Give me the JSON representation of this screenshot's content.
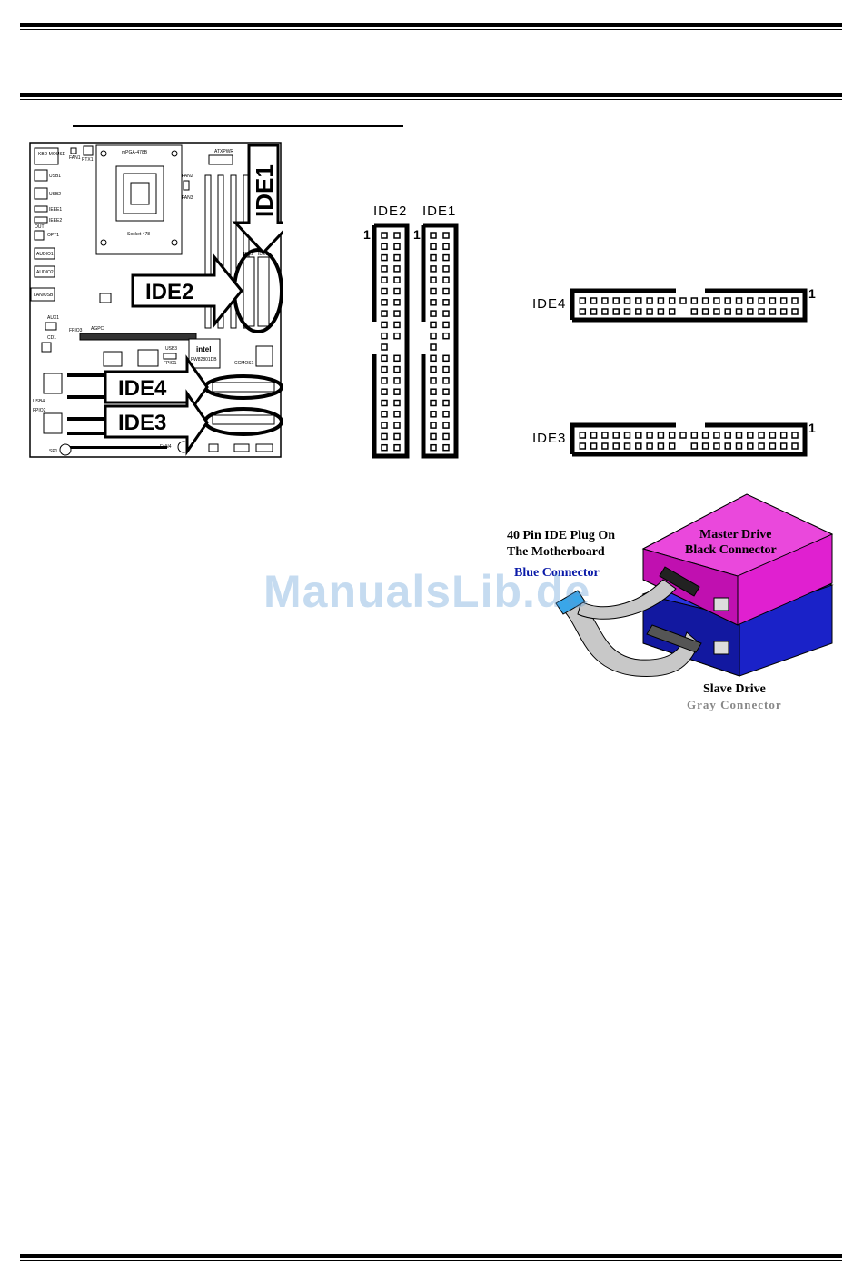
{
  "motherboard": {
    "callouts": {
      "ide1": "IDE1",
      "ide2": "IDE2",
      "ide3": "IDE3",
      "ide4": "IDE4"
    },
    "small_labels": {
      "kbd_mouse": "KBD MOUSE",
      "usb1": "USB1",
      "usb2": "USB2",
      "ieee1": "IEEE1",
      "ieee2": "IEEE2",
      "out": "OUT",
      "opt1": "OPT1",
      "audio1": "AUDIO1",
      "audio2": "AUDIO2",
      "lan_usb": "LAN/USB",
      "fan1": "FAN1",
      "ptx1": "PTX1",
      "cpu_socket": "mPGA-478B",
      "socket": "Socket 478",
      "atxpwr": "ATXPWR",
      "fan2": "FAN2",
      "fan3": "FAN3",
      "agpc": "AGPC",
      "aux1": "AUX1",
      "cd1": "CD1",
      "intel": "intel",
      "chip": "FW82801DB",
      "ccmos1": "CCMOS1",
      "usb3": "USB3",
      "usb4": "USB4",
      "fpio1": "FPIO1",
      "fpio2": "FPIO2",
      "fpio3": "FPIO3",
      "fan4": "FAN4",
      "sp1": "SP1",
      "ide2_small": "IDE2",
      "ide1_small": "IDE1"
    }
  },
  "connectors": {
    "ide2": "IDE2",
    "ide1": "IDE1",
    "ide4": "IDE4",
    "ide3": "IDE3",
    "pin_one": "1"
  },
  "drive_diagram": {
    "plug_line1": "40 Pin IDE Plug On",
    "plug_line2": "The Motherboard",
    "blue_connector": "Blue Connector",
    "master_line1": "Master Drive",
    "master_line2": "Black Connector",
    "slave_line1": "Slave Drive",
    "slave_line2": "Gray Connector"
  },
  "watermark": "ManualsLib.de",
  "colors": {
    "blue_text": "#0a1aa8",
    "master_drive": "#e020d0",
    "slave_drive": "#1a22c8",
    "cable": "#c8c8c8",
    "watermark": "#5b9bd5"
  }
}
